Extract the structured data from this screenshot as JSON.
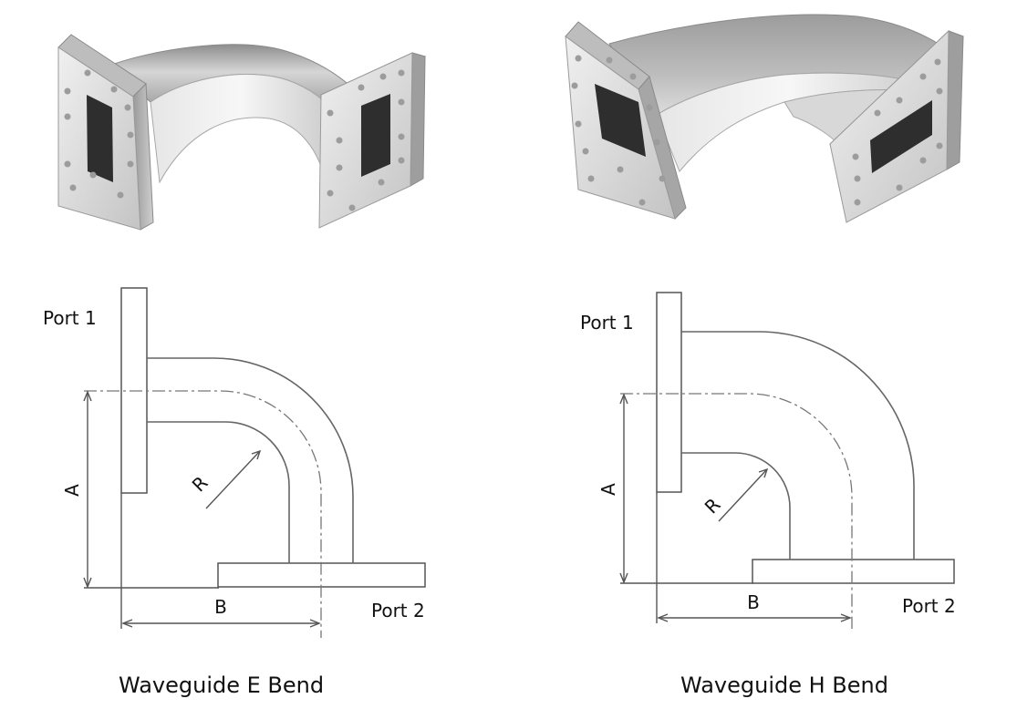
{
  "e_bend": {
    "caption": "Waveguide E Bend",
    "port1": "Port 1",
    "port2": "Port 2",
    "dim_a": "A",
    "dim_b": "B",
    "dim_r": "R"
  },
  "h_bend": {
    "caption": "Waveguide H Bend",
    "port1": "Port 1",
    "port2": "Port 2",
    "dim_a": "A",
    "dim_b": "B",
    "dim_r": "R"
  },
  "colors": {
    "metal_light": "#d8d8d8",
    "metal_mid": "#b5b5b5",
    "metal_dark": "#7c7c7c",
    "aperture": "#2e2e2e",
    "line": "#555555"
  }
}
